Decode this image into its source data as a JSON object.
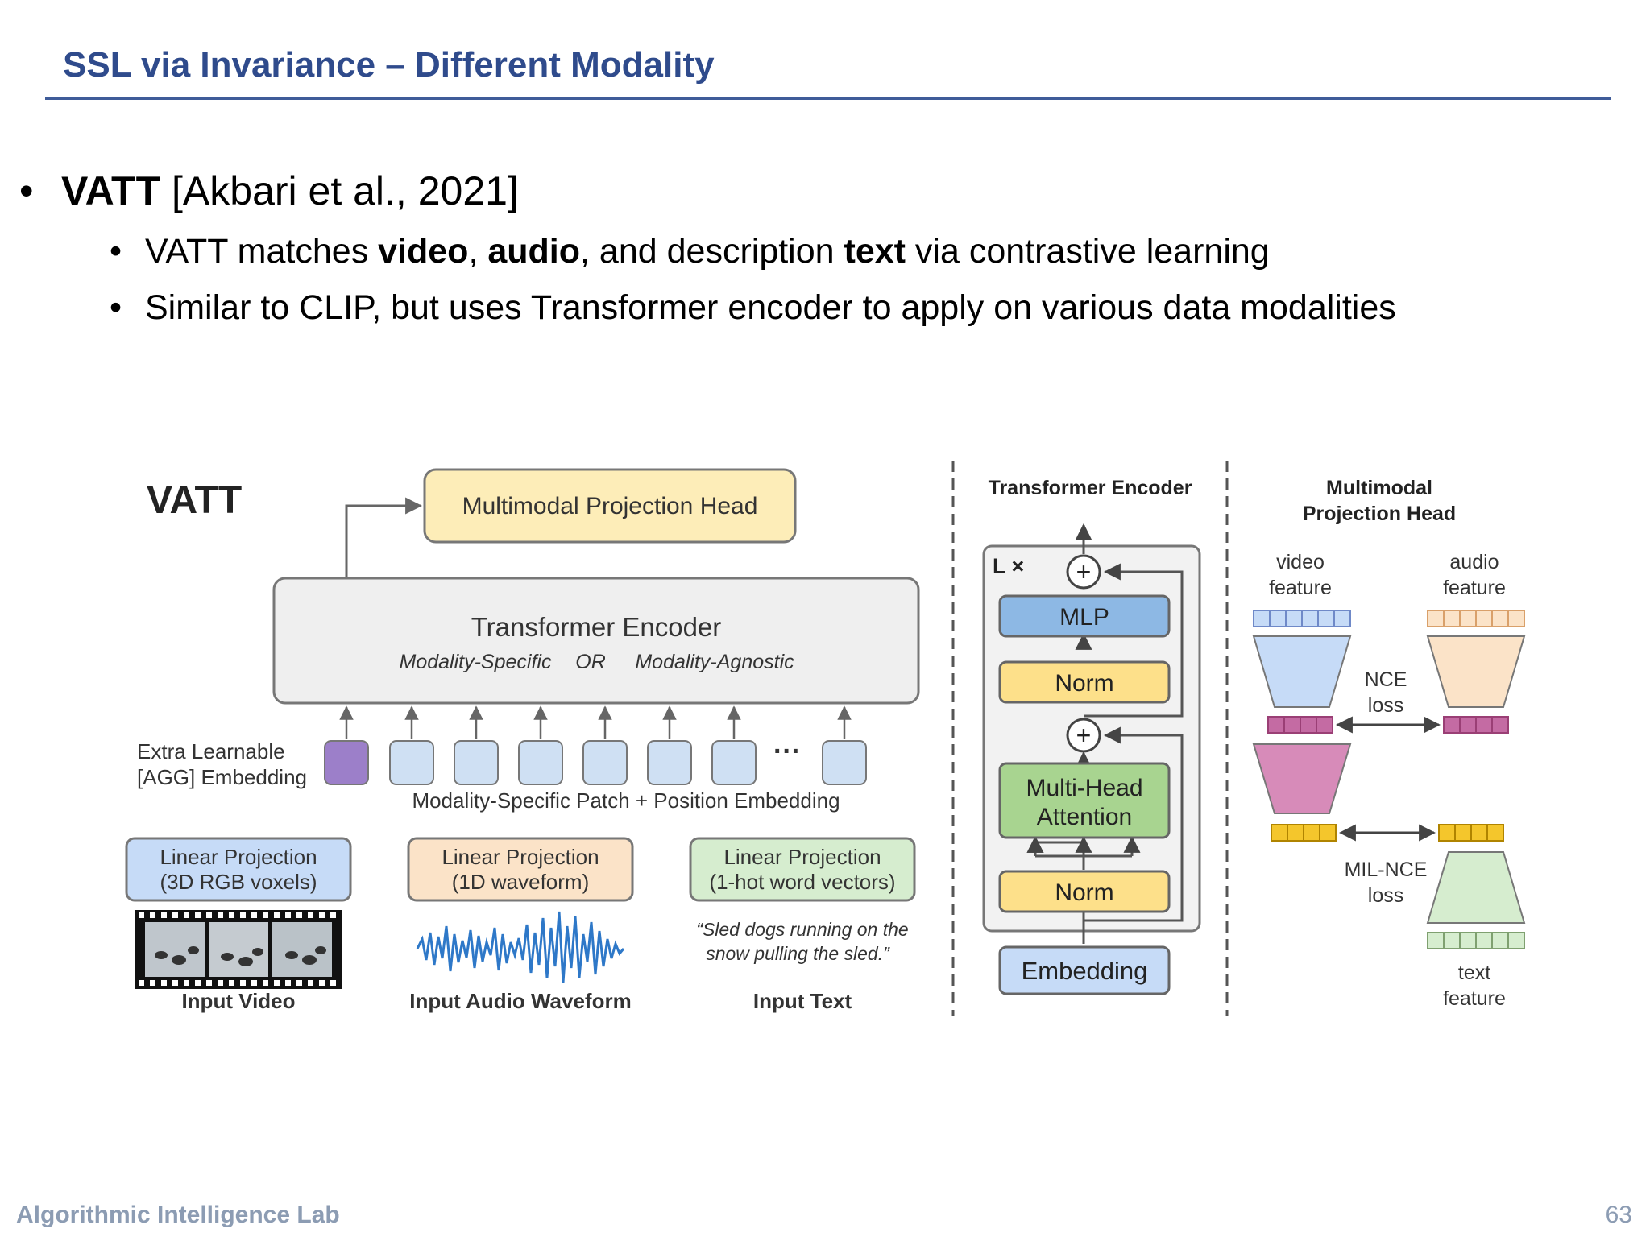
{
  "slide": {
    "title": "SSL via Invariance – Different Modality",
    "footer_left": "Algorithmic Intelligence Lab",
    "page_number": "63"
  },
  "bullets": {
    "b1": {
      "bold": "VATT",
      "rest": " [Akbari et al., 2021]"
    },
    "b2": {
      "p1": "VATT matches ",
      "b1": "video",
      "p2": ", ",
      "b2": "audio",
      "p3": ", and description ",
      "b3": "text",
      "p4": " via contrastive learning"
    },
    "b3": {
      "text": "Similar to CLIP, but uses Transformer encoder to apply on various data modalities"
    },
    "bullet_char": "•"
  },
  "diagram": {
    "vatt_label": "VATT",
    "mph_label": "Multimodal Projection Head",
    "te_title": "Transformer Encoder",
    "te_sub_left": "Modality-Specific",
    "te_sub_or": "OR",
    "te_sub_right": "Modality-Agnostic",
    "agg_line1": "Extra Learnable",
    "agg_line2": "[AGG] Embedding",
    "ellipsis": "···",
    "patch_label": "Modality-Specific Patch + Position Embedding",
    "lp_video_1": "Linear Projection",
    "lp_video_2": "(3D RGB voxels)",
    "lp_audio_1": "Linear Projection",
    "lp_audio_2": "(1D waveform)",
    "lp_text_1": "Linear Projection",
    "lp_text_2": "(1-hot word vectors)",
    "text_quote_1": "“Sled dogs running on the",
    "text_quote_2": "snow pulling the sled.”",
    "input_video": "Input Video",
    "input_audio": "Input Audio Waveform",
    "input_text": "Input Text",
    "enc_title": "Transformer Encoder",
    "lx": "L ×",
    "plus": "+",
    "mlp": "MLP",
    "norm": "Norm",
    "mha_1": "Multi-Head",
    "mha_2": "Attention",
    "embedding": "Embedding",
    "mmh_title_1": "Multimodal",
    "mmh_title_2": "Projection Head",
    "video_feature_1": "video",
    "video_feature_2": "feature",
    "audio_feature_1": "audio",
    "audio_feature_2": "feature",
    "nce_1": "NCE",
    "nce_2": "loss",
    "milnce_1": "MIL-NCE",
    "milnce_2": "loss",
    "text_feature_1": "text",
    "text_feature_2": "feature"
  },
  "colors": {
    "title": "#2F4B8C",
    "rule": "#3F5C99",
    "footer": "#8C9CB3",
    "mph_fill": "#FDEDB8",
    "te_fill": "#EFEFEF",
    "agg_fill": "#9C7FC9",
    "token_fill": "#CFE0F3",
    "lp_video": "#C6DBF7",
    "lp_audio": "#FBE3C8",
    "lp_text": "#D6EDCF",
    "mlp_fill": "#8DB8E4",
    "norm_fill": "#FDE08A",
    "mha_fill": "#A8D490",
    "emb_fill": "#C6DBF7",
    "audio_wave": "#2E78C8"
  }
}
